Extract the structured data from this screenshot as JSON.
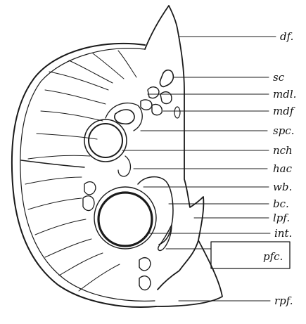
{
  "figure": {
    "labels": [
      {
        "key": "df",
        "text": "df."
      },
      {
        "key": "sc",
        "text": "sc"
      },
      {
        "key": "mdl",
        "text": "mdl."
      },
      {
        "key": "mdf",
        "text": "mdf"
      },
      {
        "key": "spc",
        "text": "spc."
      },
      {
        "key": "nch",
        "text": "nch"
      },
      {
        "key": "hac",
        "text": "hac"
      },
      {
        "key": "wb",
        "text": "wb."
      },
      {
        "key": "bc",
        "text": "bc."
      },
      {
        "key": "lpf",
        "text": "lpf."
      },
      {
        "key": "int",
        "text": "int."
      },
      {
        "key": "pfc",
        "text": "pfc."
      },
      {
        "key": "rpf",
        "text": "rpf."
      }
    ]
  }
}
